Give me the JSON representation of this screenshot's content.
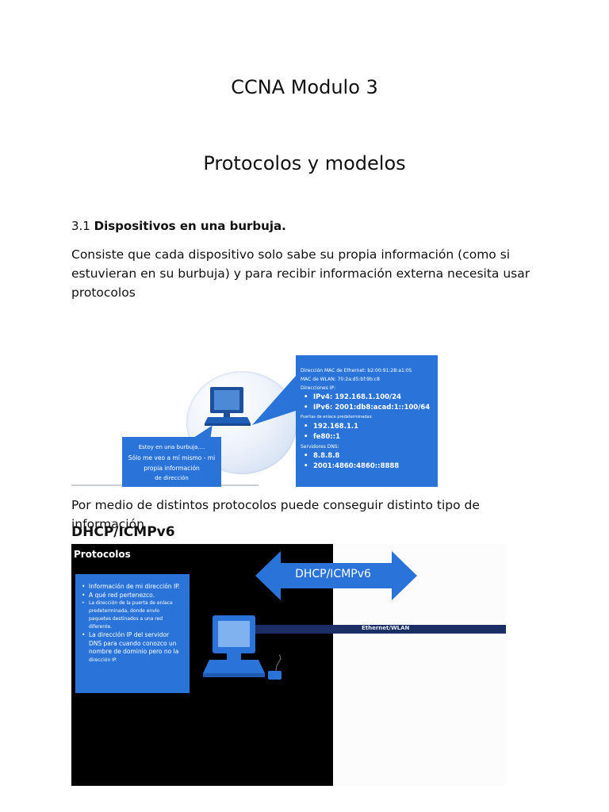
{
  "document": {
    "title": "CCNA Modulo 3",
    "subtitle": "Protocolos y modelos",
    "section": {
      "number": "3.1",
      "title": "Dispositivos en una burbuja."
    },
    "paragraph1": "Consiste que cada dispositivo solo sabe su propia información (como si estuvieran en su burbuja) y para recibir información externa necesita usar protocolos",
    "paragraph2": "Por medio de distintos protocolos puede conseguir distinto tipo de información",
    "subheading": "DHCP/ICMPv6"
  },
  "figure_bubble": {
    "info": {
      "mac_eth": "Dirección MAC de Ethernet: b2:00:91:2B:a1:05",
      "mac_wlan": "MAC de WLAN: 70:2a:d5:bf:9b:c8",
      "ip_header": "Direcciones IP:",
      "ipv4": "IPv4: 192.168.1.100/24",
      "ipv6": "IPv6: 2001:db8:acad:1::100/64",
      "gw_header": "Puertas de enlace predeterminadas:",
      "gw1": "192.168.1.1",
      "gw2": "fe80::1",
      "dns_header": "Servidores DNS:",
      "dns1": "8.8.8.8",
      "dns2": "2001:4860:4860::8888"
    },
    "caption": {
      "line1": "Estoy en una burbuja....",
      "line2": "Sólo me veo a mí mismo - mi",
      "line3": "propia información",
      "line4": "de dirección"
    }
  },
  "figure_protocols": {
    "heading": "Protocolos",
    "arrow_label": "DHCP/ICMPv6",
    "link_label": "Ethernet/WLAN",
    "items": {
      "i1": "Información de mi dirección IP.",
      "i2": "A qué red pertenezco.",
      "i3a": "La dirección de la puerta de enlace",
      "i3b": "predeterminada, donde envío",
      "i3c": "paquetes destinados a una red",
      "i3d": "diferente.",
      "i4a": "La dirección IP del servidor",
      "i4b": "DNS para cuando conozco un",
      "i4c": "nombre de dominio pero no la",
      "i4d": "dirección IP."
    }
  }
}
